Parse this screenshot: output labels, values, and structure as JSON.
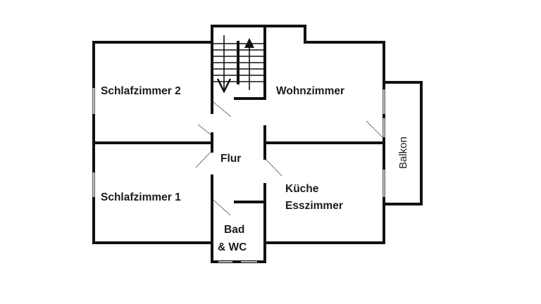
{
  "floorplan": {
    "rooms": {
      "schlafzimmer2": "Schlafzimmer 2",
      "wohnzimmer": "Wohnzimmer",
      "flur": "Flur",
      "schlafzimmer1": "Schlafzimmer 1",
      "kueche_line1": "Küche",
      "kueche_line2": "Esszimmer",
      "bad_line1": "Bad",
      "bad_line2": "& WC",
      "balkon": "Balkon"
    },
    "colors": {
      "wall": "#111111",
      "window": "#bbbbbb",
      "background": "#ffffff"
    }
  }
}
